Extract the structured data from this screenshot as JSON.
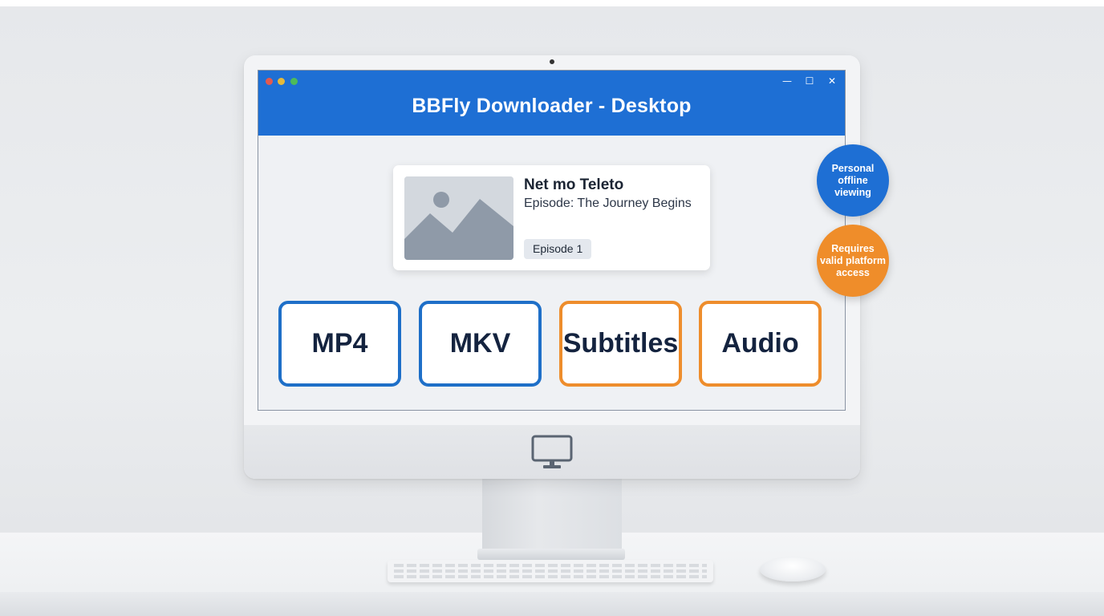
{
  "window": {
    "title": "BBFly Downloader - Desktop",
    "controls": {
      "minimize": "—",
      "maximize": "☐",
      "close": "✕"
    }
  },
  "media": {
    "title": "Net mo Teleto",
    "subtitle": "Episode: The Journey Begins",
    "badge": "Episode 1"
  },
  "formats": [
    {
      "label": "MP4",
      "accent": "#1e6fc8"
    },
    {
      "label": "MKV",
      "accent": "#1e6fc8"
    },
    {
      "label": "Subtitles",
      "accent": "#ee8d2c"
    },
    {
      "label": "Audio",
      "accent": "#ee8d2c"
    }
  ],
  "notes": [
    {
      "text": "Personal offline viewing",
      "color": "#1e6fd4"
    },
    {
      "text": "Requires valid platform access",
      "color": "#ef8d2a"
    }
  ],
  "colors": {
    "titlebar": "#1e6fd4",
    "primary_accent": "#1e6fc8",
    "secondary_accent": "#ee8d2c"
  },
  "icons": {
    "chin": "monitor-icon",
    "thumbnail": "image-placeholder-icon"
  }
}
